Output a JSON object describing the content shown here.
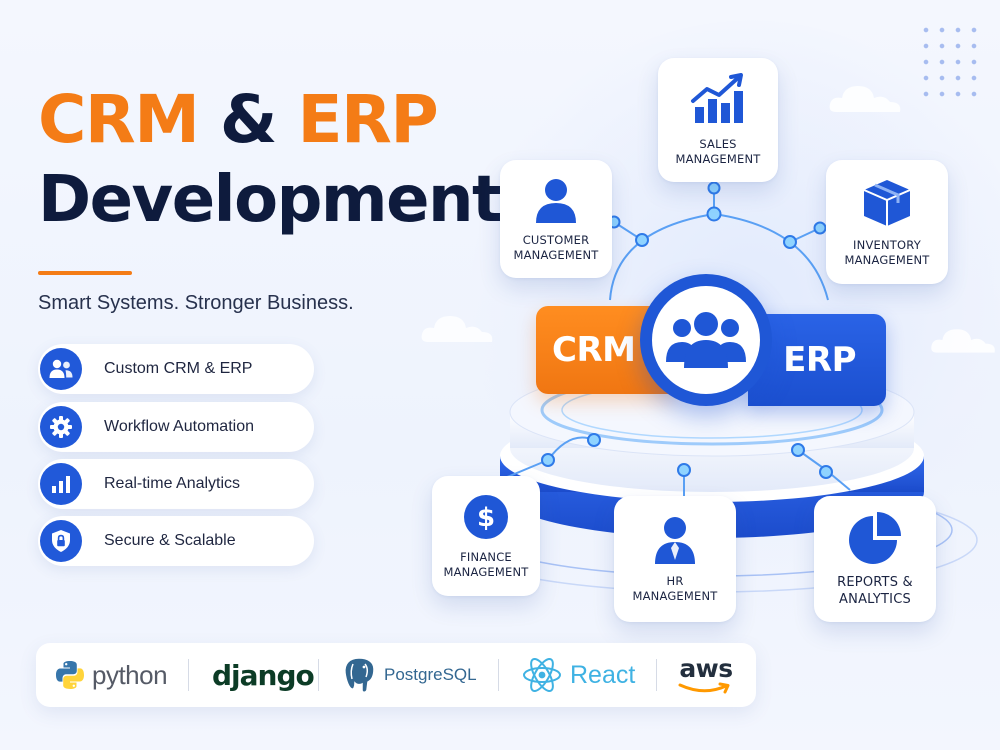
{
  "headline": {
    "part1_orange": "CRM",
    "part1_navy": " & ",
    "part1_orange_2": "ERP",
    "line2": "Development"
  },
  "tagline": "Smart Systems. Stronger Business.",
  "features": [
    {
      "label": "Custom CRM & ERP",
      "icon": "users-icon"
    },
    {
      "label": "Workflow Automation",
      "icon": "gear-icon"
    },
    {
      "label": "Real-time Analytics",
      "icon": "bar-chart-icon"
    },
    {
      "label": "Secure & Scalable",
      "icon": "shield-lock-icon"
    }
  ],
  "diagram": {
    "center_left": "CRM",
    "center_right": "ERP",
    "hub_icon": "team-icon",
    "modules": {
      "sales": "SALES\nMANAGEMENT",
      "customer": "CUSTOMER\nMANAGEMENT",
      "inventory": "INVENTORY\nMANAGEMENT",
      "finance": "FINANCE\nMANAGEMENT",
      "hr": "HR\nMANAGEMENT",
      "reports": "REPORTS &\nANALYTICS"
    }
  },
  "tech_stack": {
    "python": "python",
    "django": "django",
    "postgres": "PostgreSQL",
    "react": "React",
    "aws": "aws"
  },
  "colors": {
    "accent_orange": "#f47c16",
    "brand_blue": "#2159d9",
    "navy_text": "#0e1b3d"
  }
}
